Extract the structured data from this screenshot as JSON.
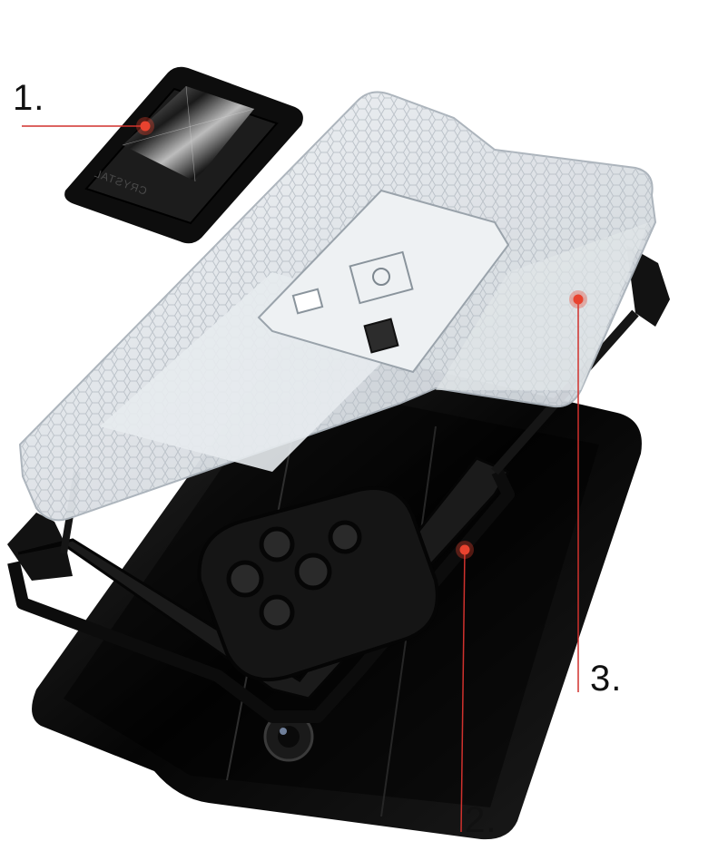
{
  "callouts": [
    {
      "number": "1."
    },
    {
      "number": "2."
    },
    {
      "number": "3."
    }
  ],
  "parts": {
    "ring_holder": {
      "brand_text": "CRYSTAL"
    }
  },
  "colors": {
    "leader_line": "#d0312d",
    "leader_dot": "#e8432f",
    "frame_black": "#121212",
    "phone_black": "#0a0a0a",
    "shell_clear": "#dfe4e8",
    "page_bg": "#ffffff"
  }
}
